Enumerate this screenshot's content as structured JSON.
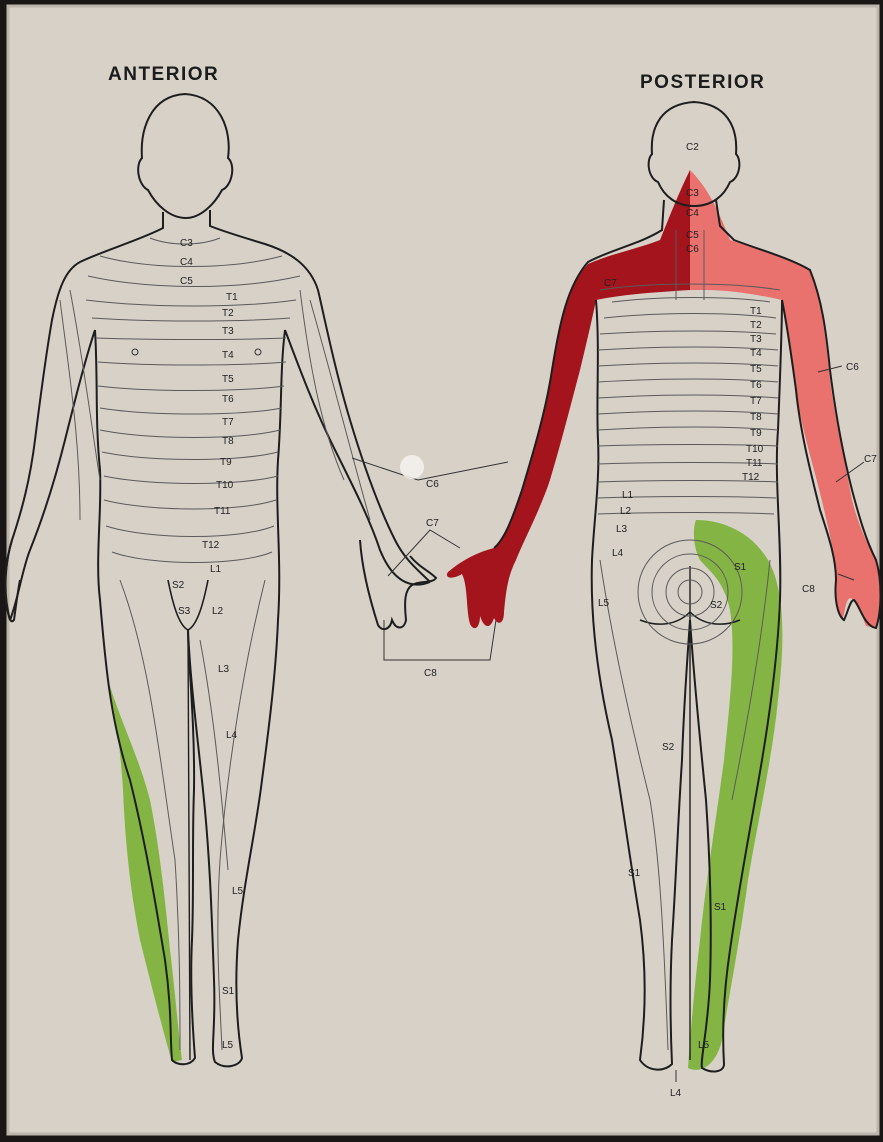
{
  "headings": {
    "anterior": "ANTERIOR",
    "posterior": "POSTERIOR"
  },
  "colors": {
    "paper": "#d8d1c8",
    "outline": "#1e1e1e",
    "dermatome_line": "#5a5a5a",
    "red_dark": "#a3141c",
    "red_light": "#e9716e",
    "green": "#84b544"
  },
  "anterior_labels": [
    "C3",
    "C4",
    "C5",
    "T1",
    "T2",
    "T3",
    "T4",
    "T5",
    "T6",
    "T7",
    "T8",
    "T9",
    "T10",
    "T11",
    "T12",
    "L1",
    "S2",
    "S3",
    "L2",
    "L3",
    "L4",
    "L5",
    "S1",
    "L5"
  ],
  "posterior_labels": [
    "C2",
    "C3",
    "C4",
    "C5",
    "C6",
    "C7",
    "T1",
    "T2",
    "T3",
    "T4",
    "T5",
    "T6",
    "T7",
    "T8",
    "T9",
    "T10",
    "T11",
    "T12",
    "L1",
    "L2",
    "L3",
    "L4",
    "L5",
    "S1",
    "S2",
    "S2",
    "S1",
    "S1",
    "L5",
    "L4"
  ],
  "callouts": {
    "c6_center": "C6",
    "c7_center": "C7",
    "c8_center": "C8",
    "c6_right": "C6",
    "c7_right": "C7",
    "c8_right": "C8"
  }
}
